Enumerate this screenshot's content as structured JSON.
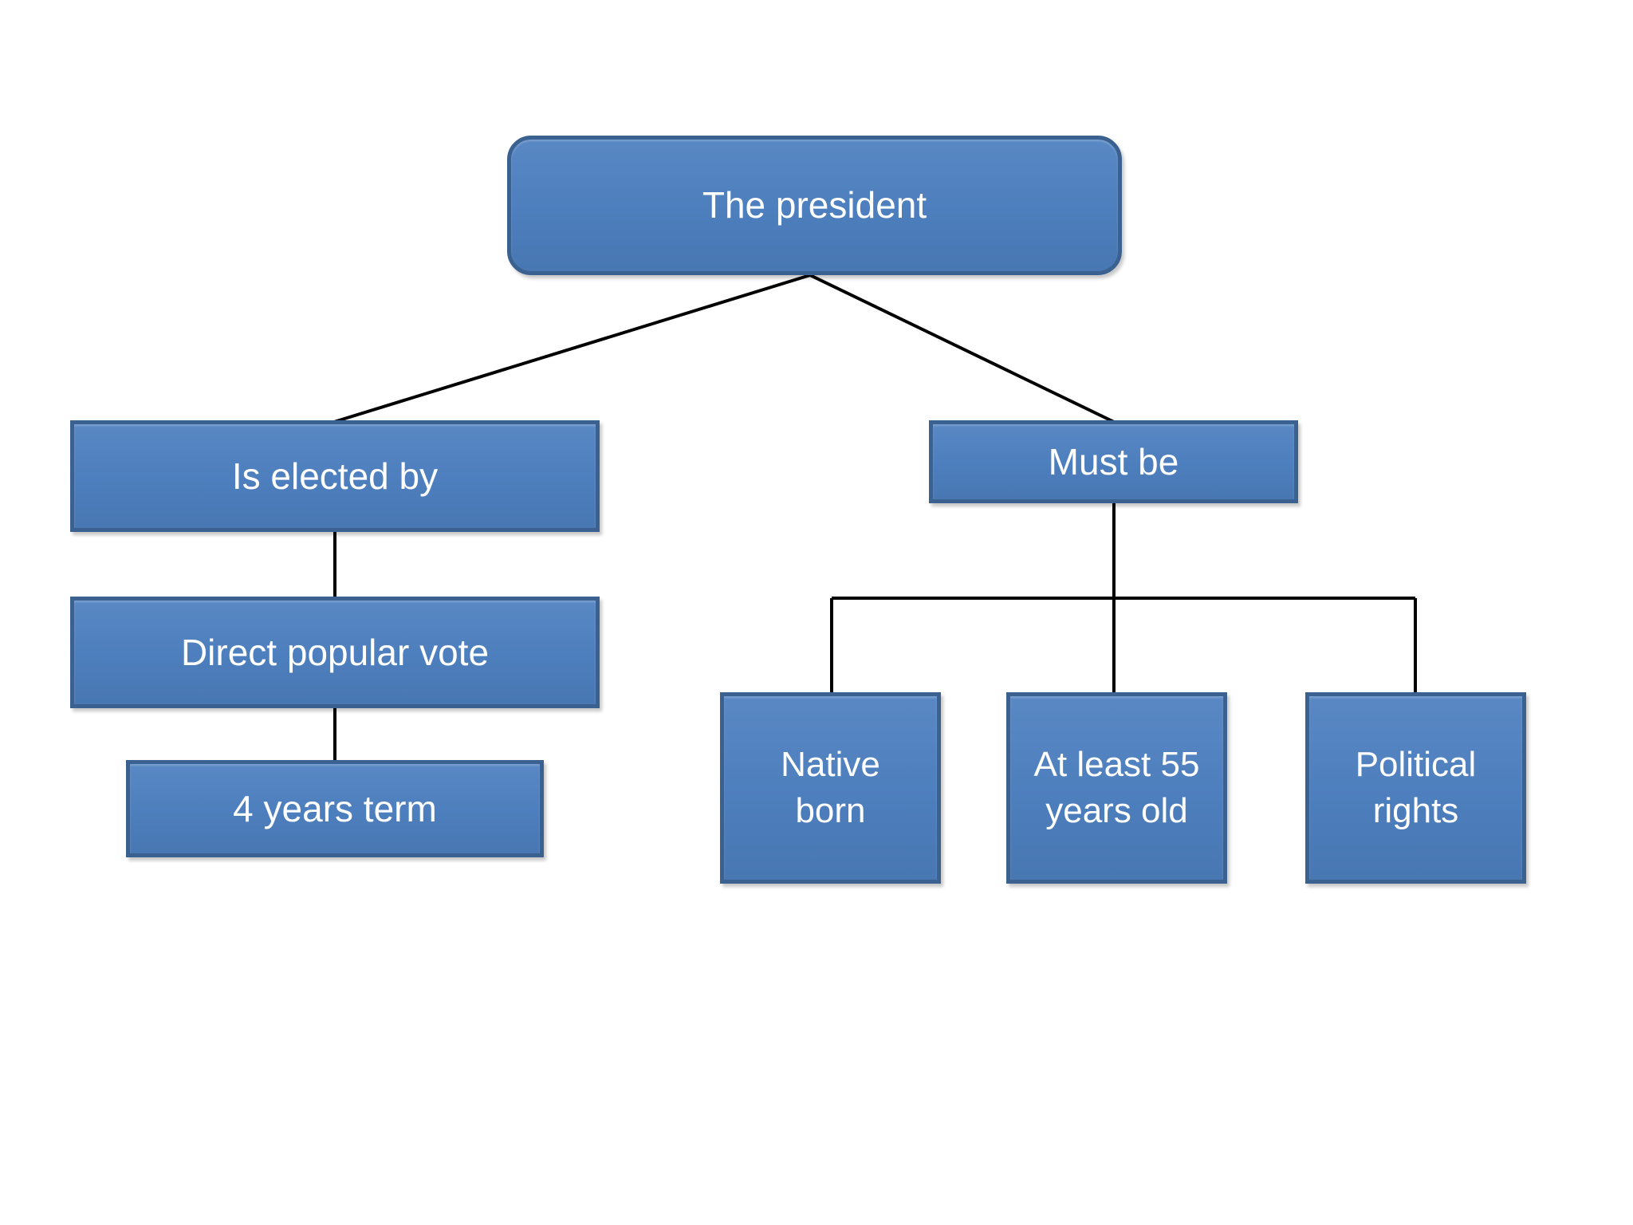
{
  "diagram": {
    "nodes": {
      "root": "The president",
      "elected": "Is elected by",
      "vote": "Direct popular vote",
      "term": "4 years term",
      "must_be": "Must be",
      "native": "Native\nborn",
      "age": "At least 55\nyears old",
      "rights": "Political\nrights"
    },
    "colors": {
      "background": "#ffffff",
      "box_fill": "#4d7ebd",
      "box_fill_light": "#5988c4",
      "box_fill_dark": "#4877b2",
      "box_border": "#3a618f",
      "text": "#ffffff",
      "connector": "#000000"
    }
  }
}
